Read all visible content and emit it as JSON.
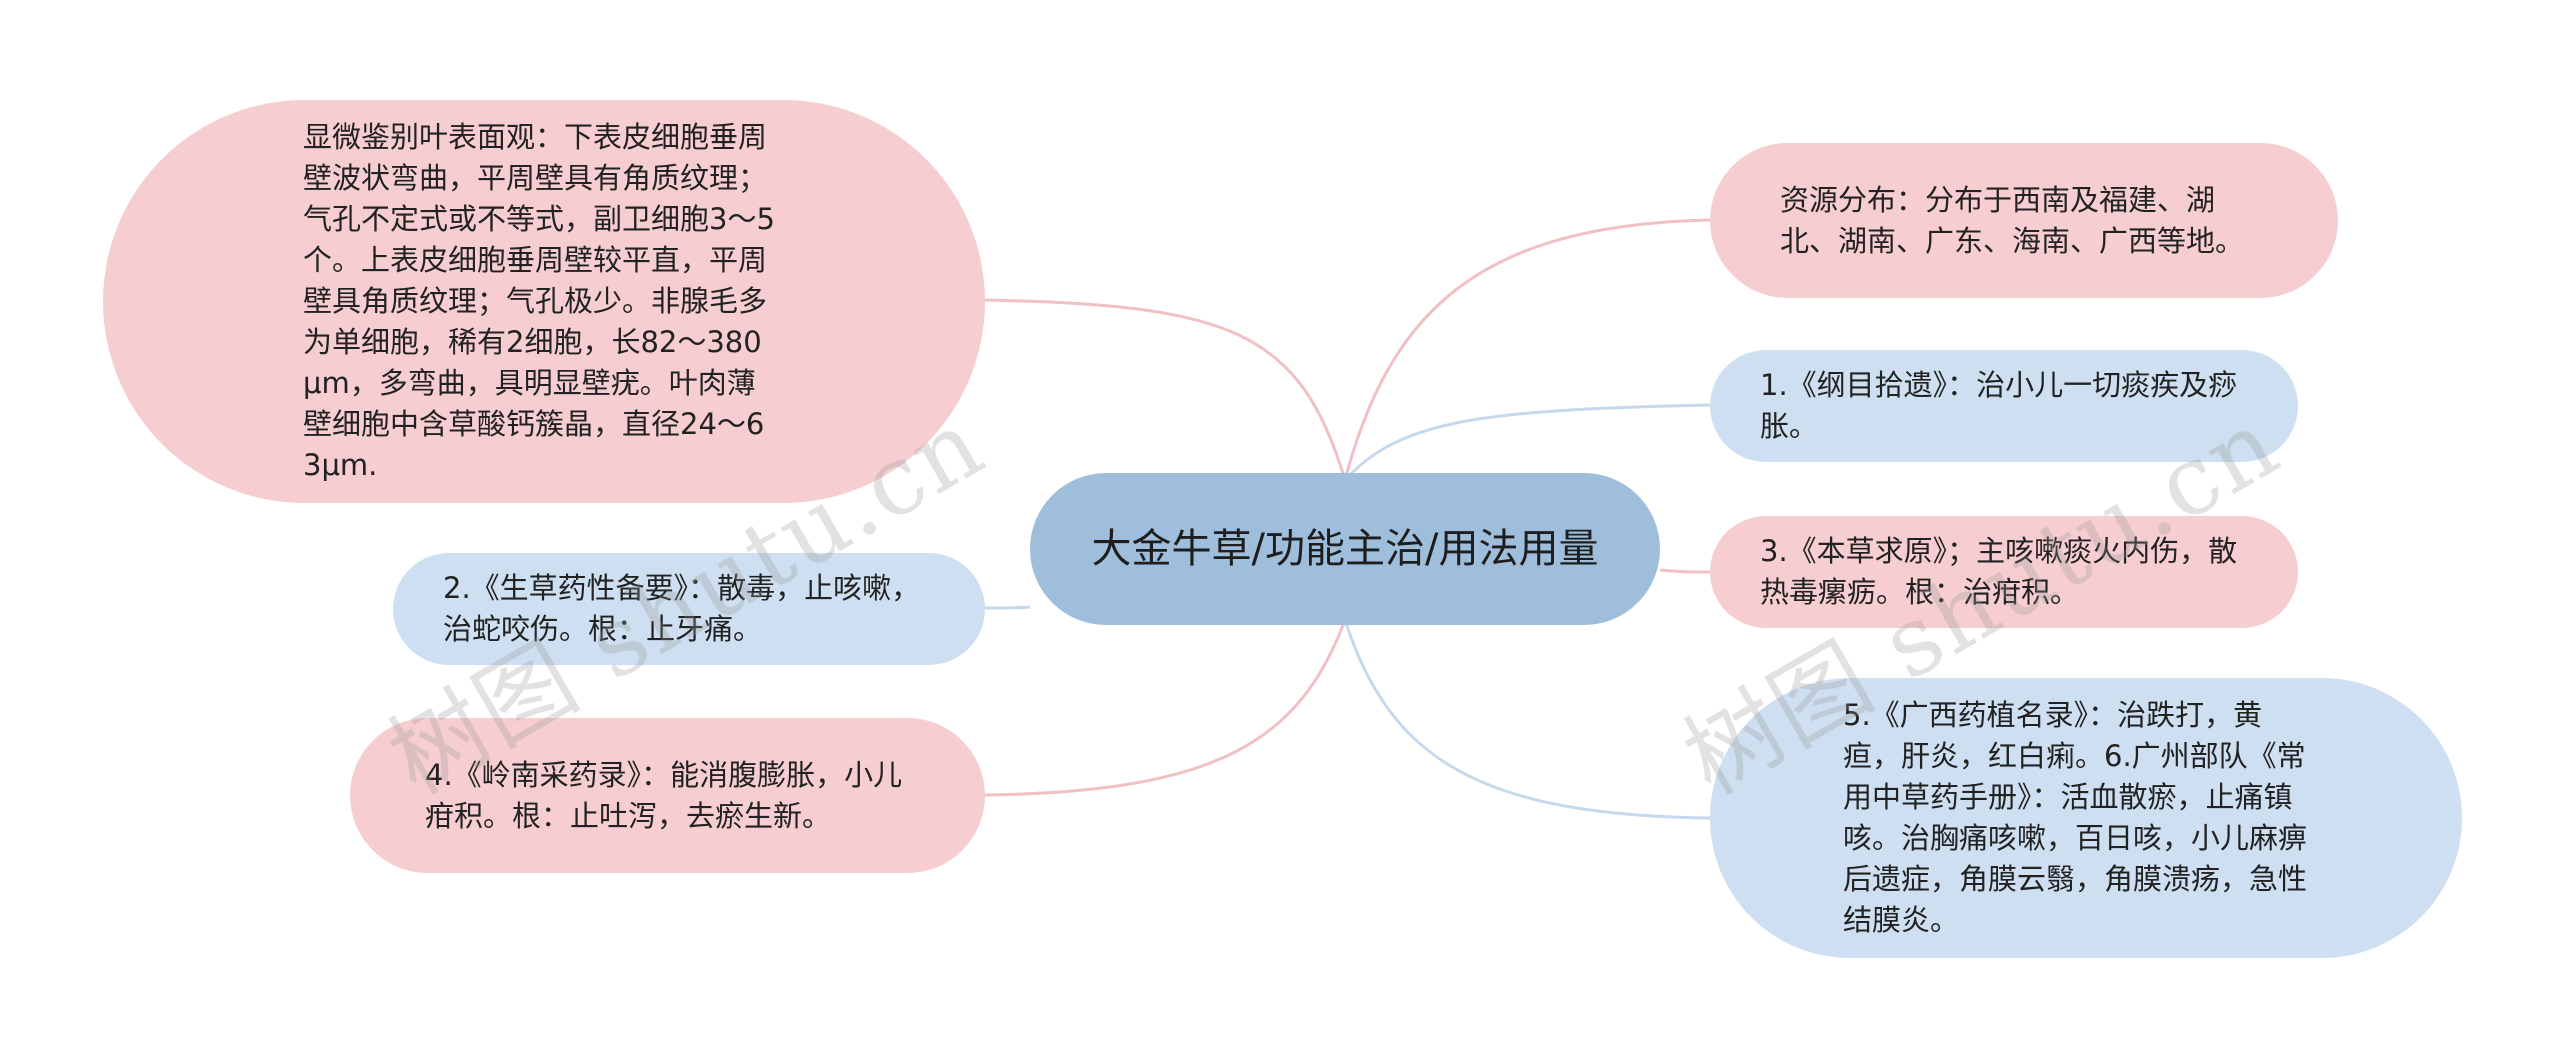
{
  "center": {
    "label": "大金牛草/功能主治/用法用量"
  },
  "nodes": {
    "micro": "显微鉴别叶表面观：下表皮细胞垂周壁波状弯曲，平周壁具有角质纹理；气孔不定式或不等式，副卫细胞3～5个。上表皮细胞垂周壁较平直，平周壁具角质纹理；气孔极少。非腺毛多为单细胞，稀有2细胞，长82～380μm，多弯曲，具明显壁疣。叶肉薄壁细胞中含草酸钙簇晶，直径24～63μm.",
    "shengcao": "2.《生草药性备要》：散毒，止咳嗽，治蛇咬伤。根：止牙痛。",
    "lingnan": "4.《岭南采药录》：能消腹膨胀，小儿疳积。根：止吐泻，去瘀生新。",
    "ziyuan": "资源分布：分布于西南及福建、湖北、湖南、广东、海南、广西等地。",
    "gangmu": "1.《纲目拾遗》：治小儿一切痰疾及痧胀。",
    "bencao": "3.《本草求原》；主咳嗽痰火内伤，散热毒瘰疬。根：治疳积。",
    "guangxi": "5.《广西药植名录》：治跌打，黄疸，肝炎，红白痢。6.广州部队《常用中草药手册》：活血散瘀，止痛镇咳。治胸痛咳嗽，百日咳，小儿麻痹后遗症，角膜云翳，角膜溃疡，急性结膜炎。"
  },
  "watermark": "树图 shutu.cn",
  "colors": {
    "pink": "#f6cdd0",
    "blue": "#cddff0",
    "center": "#9ebedb",
    "pink_line": "#f0c0c4",
    "blue_line": "#c6d9ec"
  }
}
